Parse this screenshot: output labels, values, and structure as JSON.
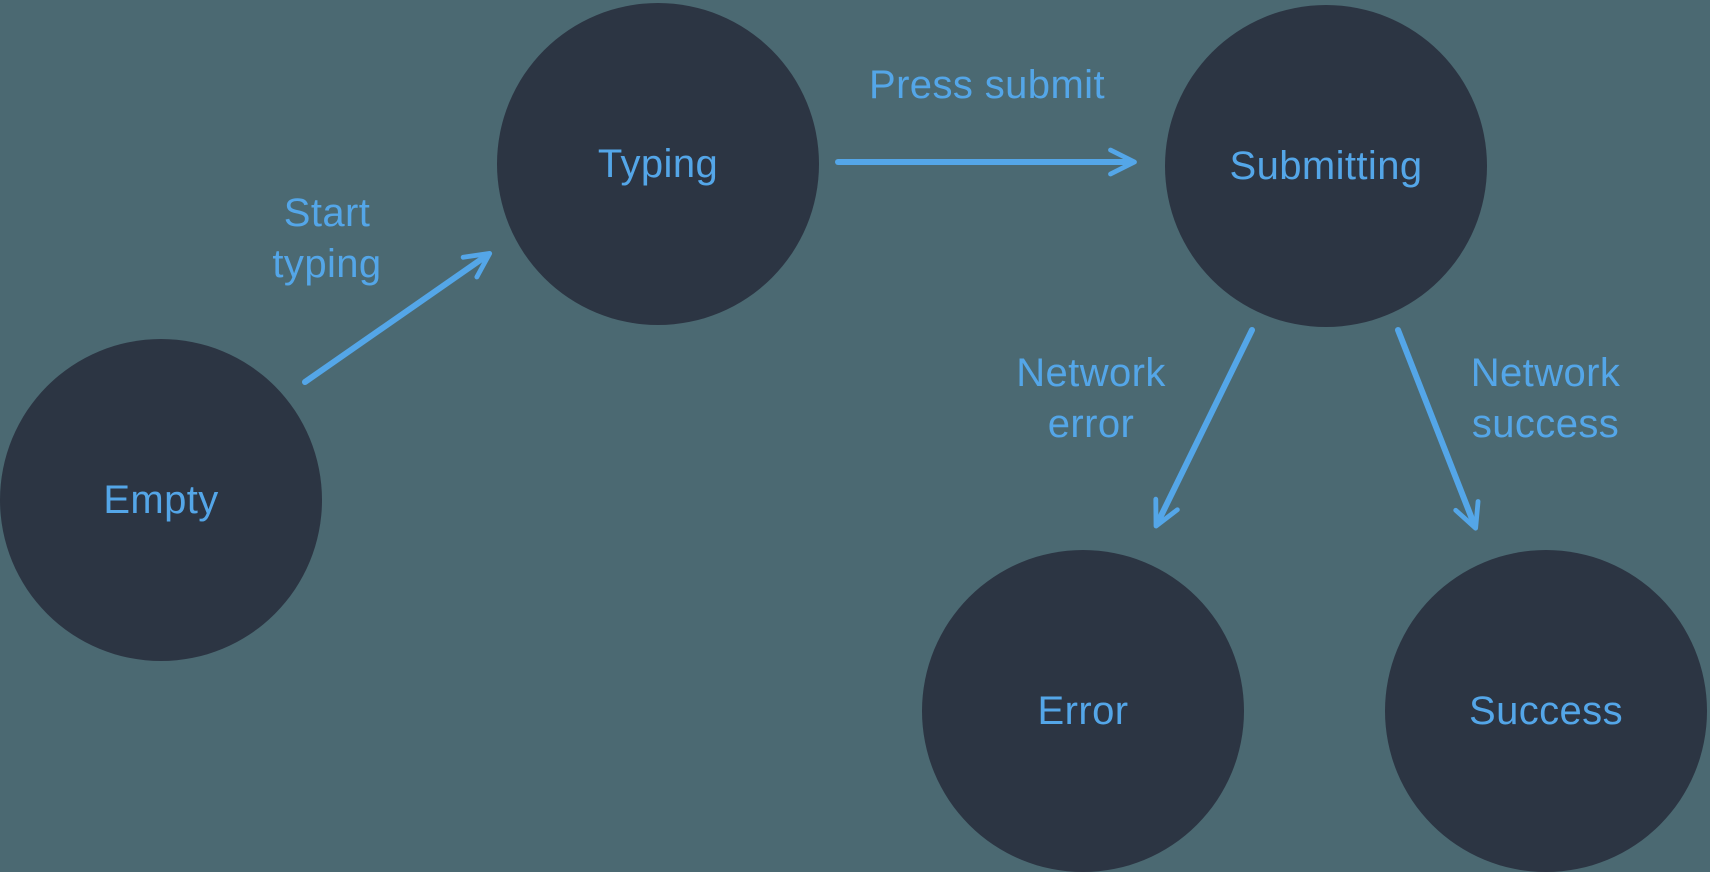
{
  "diagram": {
    "type": "state-machine",
    "nodes": [
      {
        "id": "empty",
        "label": "Empty"
      },
      {
        "id": "typing",
        "label": "Typing"
      },
      {
        "id": "submitting",
        "label": "Submitting"
      },
      {
        "id": "error",
        "label": "Error"
      },
      {
        "id": "success",
        "label": "Success"
      }
    ],
    "edges": [
      {
        "from": "empty",
        "to": "typing",
        "label": "Start typing"
      },
      {
        "from": "typing",
        "to": "submitting",
        "label": "Press submit"
      },
      {
        "from": "submitting",
        "to": "error",
        "label": "Network error"
      },
      {
        "from": "submitting",
        "to": "success",
        "label": "Network success"
      }
    ],
    "colors": {
      "background": "#4b6972",
      "node_fill": "#2c3543",
      "accent": "#54a6e8"
    }
  }
}
